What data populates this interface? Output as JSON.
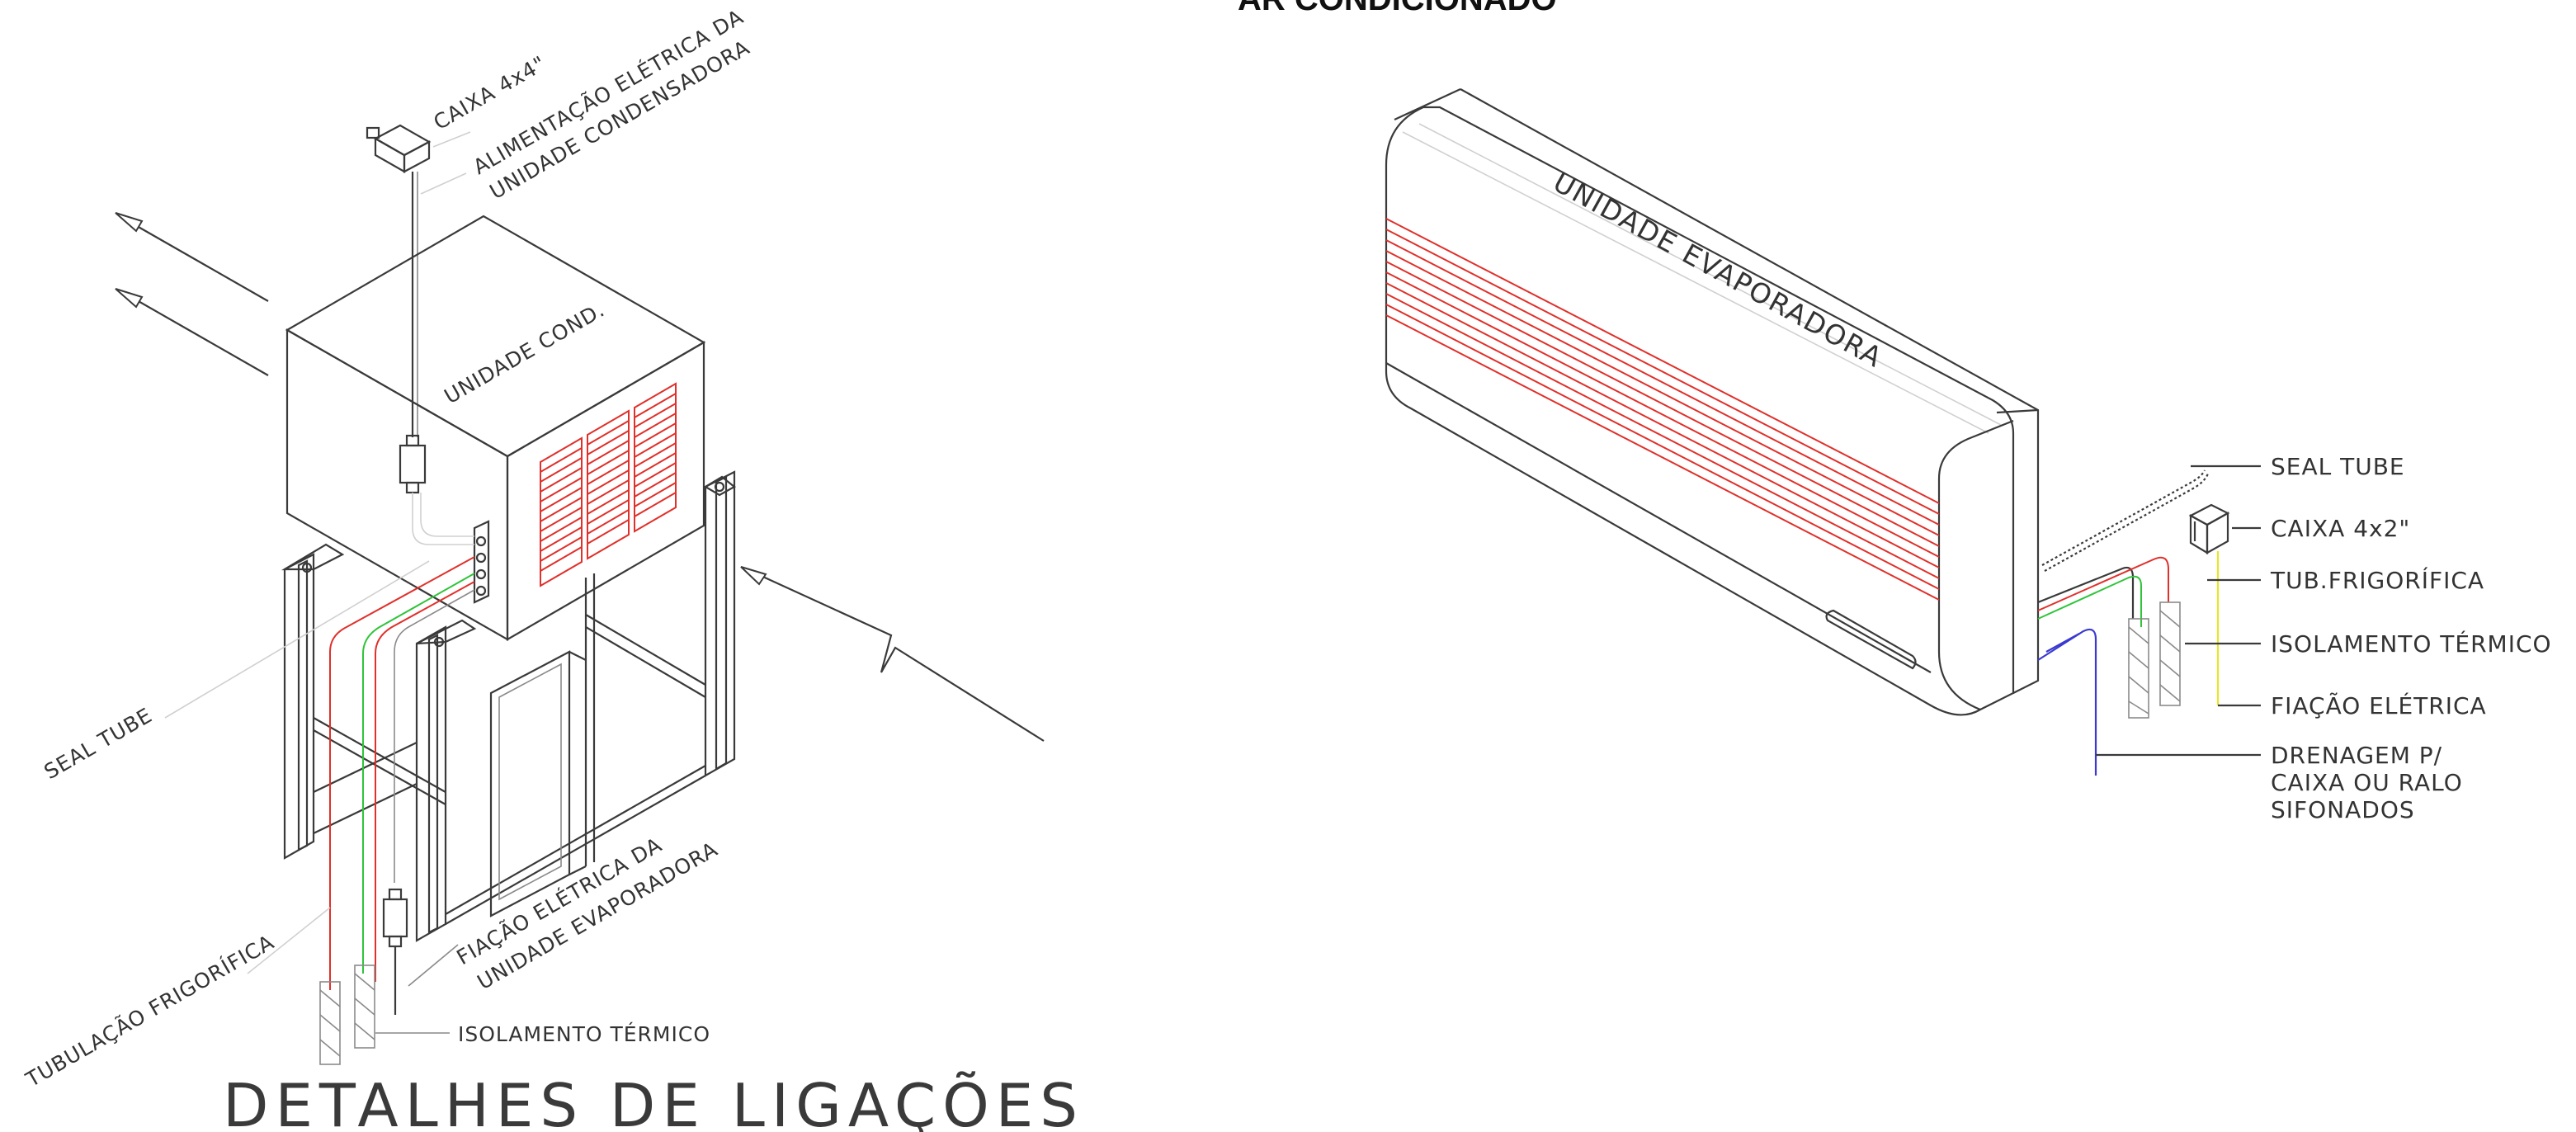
{
  "header": "AR CONDICIONADO",
  "title": "DETALHES DE LIGAÇÕES",
  "left": {
    "box_label": "CAIXA 4x4\"",
    "power_line1": "ALIMENTAÇÃO ELÉTRICA DA",
    "power_line2": "UNIDADE CONDENSADORA",
    "unit_label": "UNIDADE COND.",
    "seal_tube": "SEAL TUBE",
    "wiring_line1": "FIAÇÃO ELÉTRICA DA",
    "wiring_line2": "UNIDADE EVAPORADORA",
    "refrigerant_pipe": "TUBULAÇÃO FRIGORÍFICA",
    "insulation": "ISOLAMENTO TÉRMICO"
  },
  "right": {
    "unit_label": "UNIDADE EVAPORADORA",
    "callouts": [
      "SEAL TUBE",
      "CAIXA 4x2\"",
      "TUB.FRIGORÍFICA",
      "ISOLAMENTO TÉRMICO",
      "FIAÇÃO ELÉTRICA"
    ],
    "drain_lines": [
      "DRENAGEM P/",
      "CAIXA OU RALO",
      "SIFONADOS"
    ]
  },
  "colors": {
    "refrigerant": "#e0302a",
    "wiring": "#2fc43a",
    "drain": "#3a3ad0",
    "electrical": "#e6e62a",
    "linework": "#3a3a3a"
  }
}
